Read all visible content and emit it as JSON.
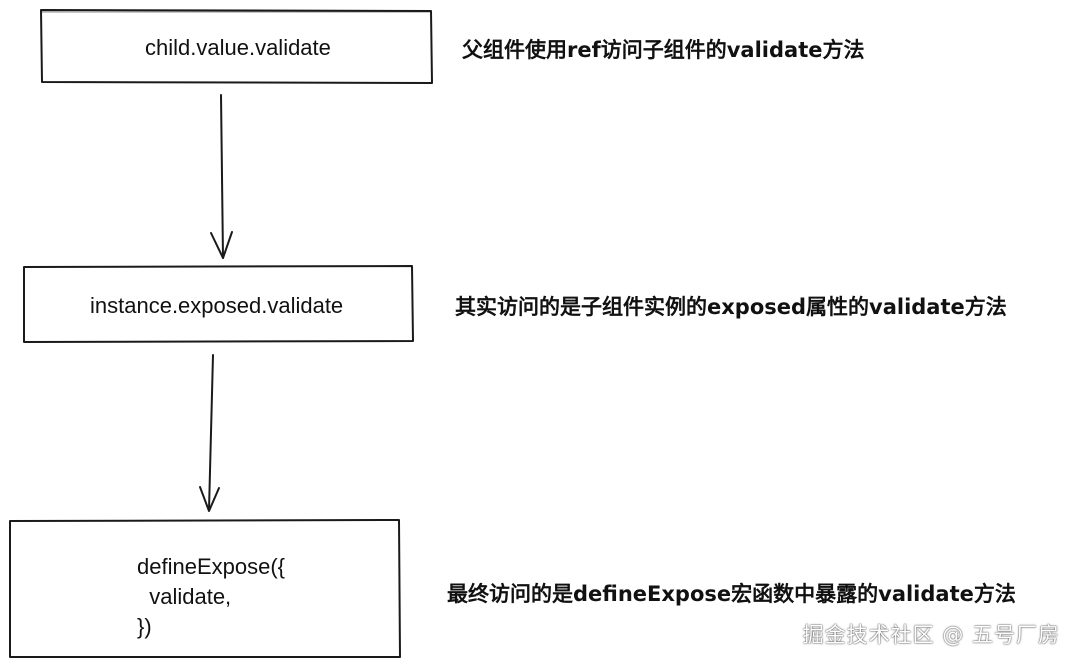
{
  "diagram": {
    "boxes": [
      {
        "lines": [
          "child.value.validate"
        ]
      },
      {
        "lines": [
          "instance.exposed.validate"
        ]
      },
      {
        "lines": [
          "defineExpose({",
          "  validate,",
          "})"
        ]
      }
    ],
    "notes": [
      "父组件使用ref访问子组件的validate方法",
      "其实访问的是子组件实例的exposed属性的validate方法",
      "最终访问的是defineExpose宏函数中暴露的validate方法"
    ]
  },
  "watermark": "掘金技术社区 @ 五号厂房"
}
